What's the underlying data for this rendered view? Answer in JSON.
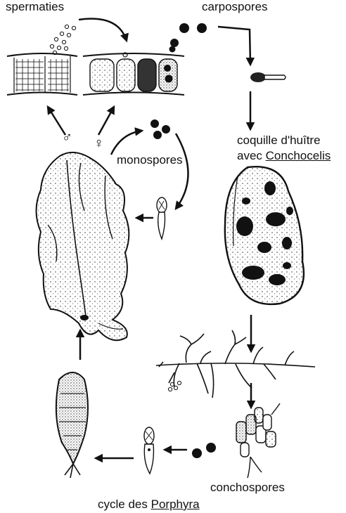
{
  "labels": {
    "spermaties": "spermaties",
    "carpospores": "carpospores",
    "monospores": "monospores",
    "male_symbol": "♂",
    "female_symbol": "♀",
    "coquille_line1": "coquille d'huître",
    "coquille_avec": "avec",
    "coquille_genus": "Conchocelis",
    "conchospores": "conchospores",
    "caption_prefix": "cycle des",
    "caption_genus": "Porphyra"
  },
  "colors": {
    "ink": "#111111",
    "background": "#ffffff"
  }
}
